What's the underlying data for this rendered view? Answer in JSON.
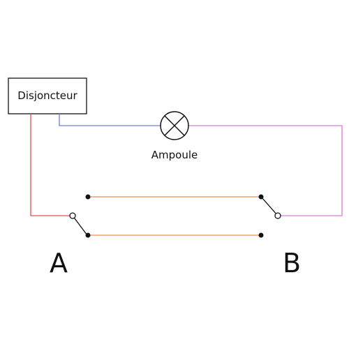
{
  "diagram": {
    "breaker_label": "Disjoncteur",
    "lamp_label": "Ampoule",
    "switch_a_label": "A",
    "switch_b_label": "B"
  },
  "colors": {
    "red_wire": "#e05050",
    "blue_wire": "#6d7de0",
    "magenta_wire": "#d67ad6",
    "orange_wire": "#f08c4a",
    "black": "#111111",
    "background": "#ffffff"
  }
}
